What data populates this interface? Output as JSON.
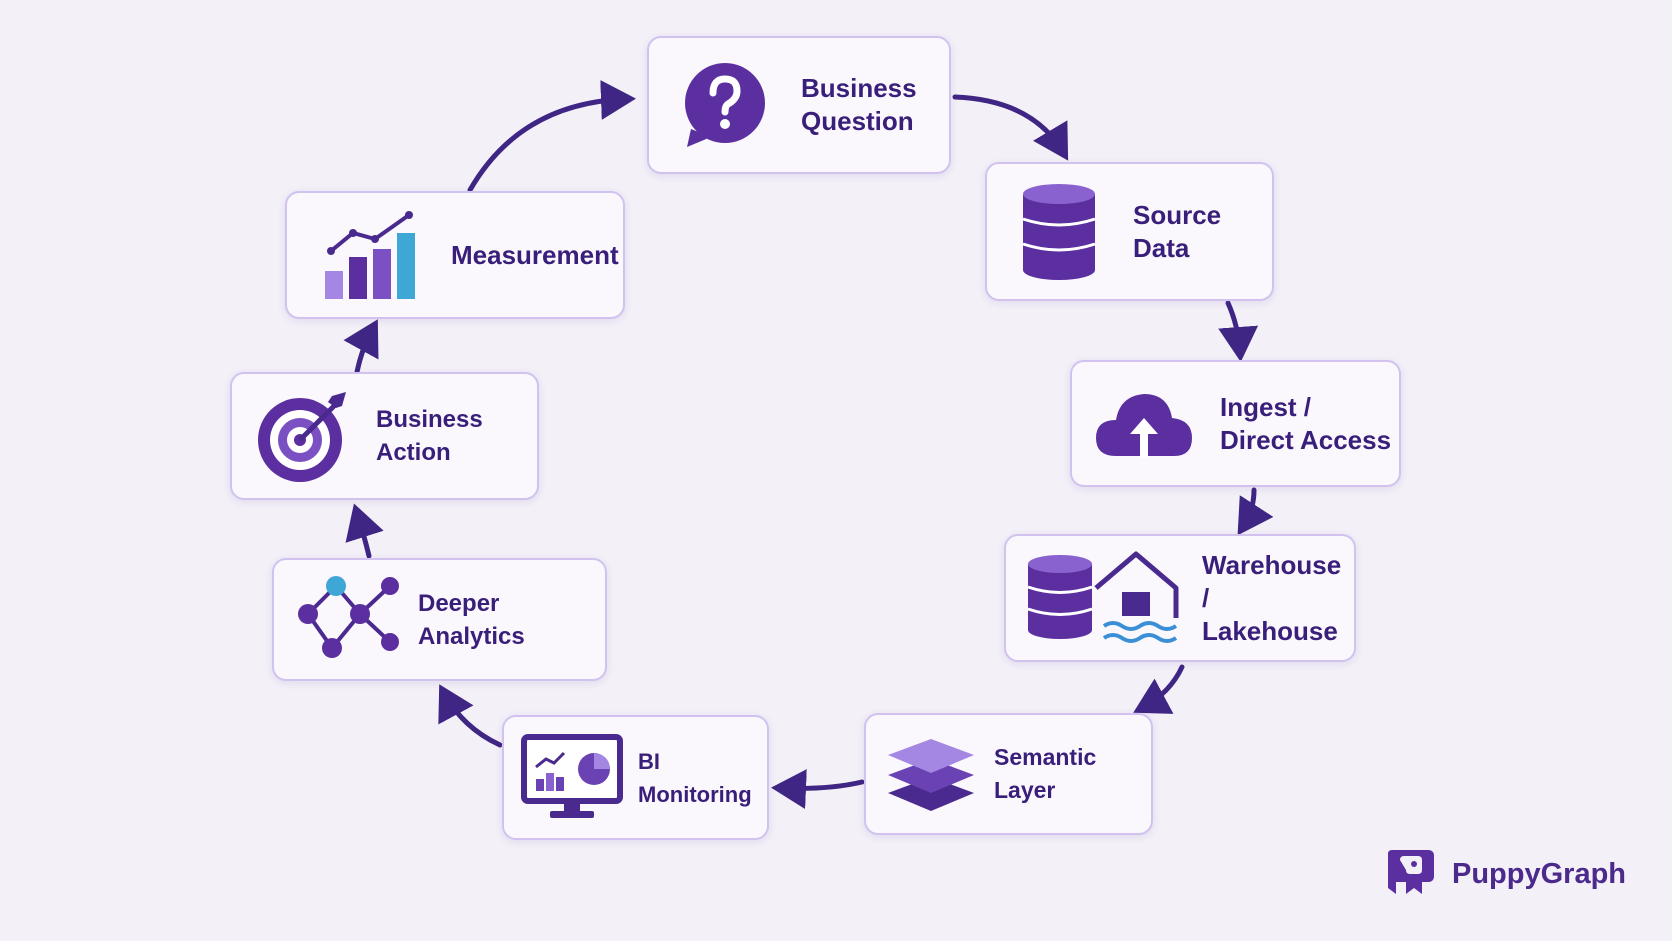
{
  "diagram": {
    "steps": [
      {
        "id": "business-question",
        "line1": "Business",
        "line2": "Question",
        "icon": "question-bubble-icon"
      },
      {
        "id": "source-data",
        "line1": "Source",
        "line2": "Data",
        "icon": "database-icon"
      },
      {
        "id": "ingest",
        "line1": "Ingest /",
        "line2": "Direct Access",
        "icon": "cloud-upload-icon"
      },
      {
        "id": "warehouse",
        "line1": "Warehouse /",
        "line2": "Lakehouse",
        "icon": "warehouse-lakehouse-icon"
      },
      {
        "id": "semantic-layer",
        "line1": "Semantic Layer",
        "icon": "layers-icon"
      },
      {
        "id": "bi-monitoring",
        "line1": "BI Monitoring",
        "icon": "monitor-dashboard-icon"
      },
      {
        "id": "deeper-analytics",
        "line1": "Deeper Analytics",
        "icon": "graph-network-icon"
      },
      {
        "id": "business-action",
        "line1": "Business Action",
        "icon": "target-icon"
      },
      {
        "id": "measurement",
        "line1": "Measurement",
        "icon": "bar-chart-trend-icon"
      }
    ],
    "colors": {
      "accent": "#4a2a8e",
      "arrow": "#3f2584",
      "border": "#d2c2ef",
      "background": "#f3f0f8"
    }
  },
  "brand": {
    "name": "PuppyGraph",
    "icon": "puppygraph-logo-icon"
  }
}
